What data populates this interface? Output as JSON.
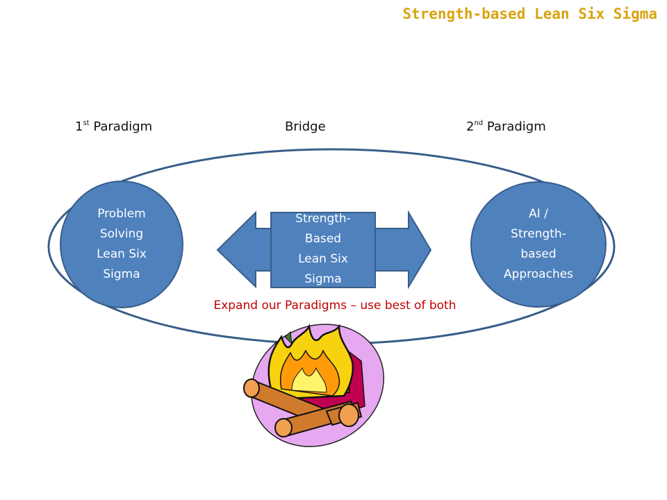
{
  "title": "Strength-based Lean Six Sigma",
  "paradigm1": {
    "num": "1",
    "sup": "st",
    "text": " Paradigm"
  },
  "bridge": "Bridge",
  "paradigm2": {
    "num": "2",
    "sup": "nd",
    "text": " Paradigm"
  },
  "left_circle": {
    "lines": [
      "Problem",
      "Solving",
      "Lean Six",
      "Sigma"
    ]
  },
  "right_circle": {
    "lines": [
      "AI /",
      "Strength-",
      "based",
      "Approaches"
    ]
  },
  "center_box": {
    "lines": [
      "Strength-",
      "Based",
      "Lean Six",
      "Sigma"
    ]
  },
  "caption": "Expand our Paradigms – use best of both",
  "colors": {
    "title": "#d9a30f",
    "shape_fill": "#4f81bd",
    "shape_stroke": "#385d8a",
    "caption": "#c00000"
  },
  "clipart": "campfire-icon"
}
